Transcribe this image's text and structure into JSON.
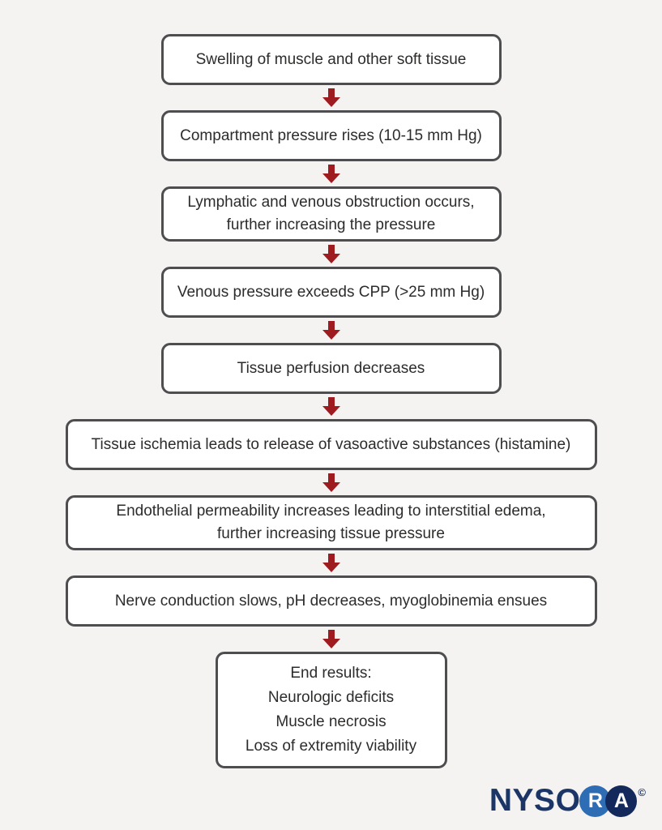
{
  "colors": {
    "arrow_red": "#9e1b20",
    "box_border": "#4e4e50",
    "logo_navy": "#1c3567",
    "logo_blue": "#2e6cb4",
    "logo_dark_circle": "#13295c"
  },
  "flowchart": {
    "steps": [
      {
        "lines": [
          "Swelling of muscle and other soft tissue"
        ]
      },
      {
        "lines": [
          "Compartment pressure rises (10-15 mm Hg)"
        ]
      },
      {
        "lines": [
          "Lymphatic and venous obstruction occurs,",
          "further increasing the pressure"
        ]
      },
      {
        "lines": [
          "Venous pressure exceeds CPP (>25 mm Hg)"
        ]
      },
      {
        "lines": [
          "Tissue perfusion decreases"
        ]
      },
      {
        "lines": [
          "Tissue ischemia leads to release of vasoactive substances (histamine)"
        ]
      },
      {
        "lines": [
          "Endothelial permeability increases leading to interstitial edema,",
          "further increasing tissue pressure"
        ]
      },
      {
        "lines": [
          "Nerve conduction slows, pH decreases, myoglobinemia ensues"
        ]
      },
      {
        "lines": [
          "End results:",
          "Neurologic deficits",
          "Muscle necrosis",
          "Loss of extremity viability"
        ]
      }
    ]
  },
  "logo": {
    "wordmark": "NYSO",
    "circle_r": "R",
    "circle_a": "A",
    "copyright": "©"
  }
}
